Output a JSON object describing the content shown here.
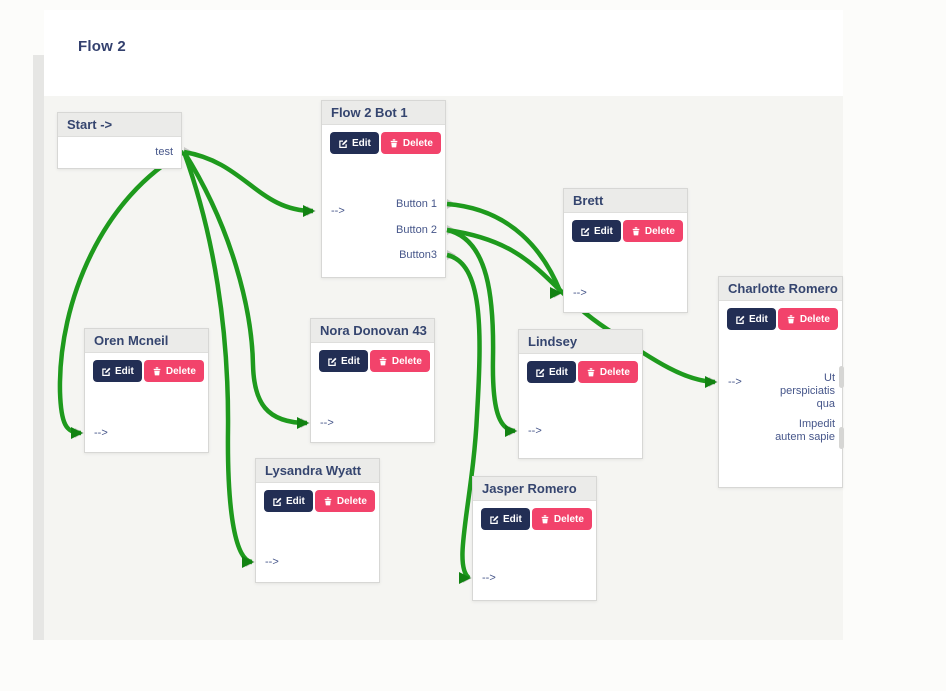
{
  "page": {
    "title": "Flow 2"
  },
  "actions": {
    "edit": "Edit",
    "delete": "Delete"
  },
  "colors": {
    "connection_green": "#1e9a1d",
    "arrow_green": "#128212",
    "edit_button": "#222e54",
    "delete_button": "#f2436b",
    "node_header_bg": "#ebebe9",
    "canvas_bg": "#f5f5f2",
    "title_text": "#33406e"
  },
  "icons": [
    "pencil-icon",
    "trash-icon",
    "output-port-icon",
    "input-port-icon"
  ],
  "nodes": [
    {
      "id": "start",
      "title": "Start ->",
      "has_actions": false,
      "outputs": [
        "test"
      ],
      "input_label": null,
      "body_texts": []
    },
    {
      "id": "bot1",
      "title": "Flow 2 Bot 1",
      "has_actions": true,
      "outputs": [
        "Button 1",
        "Button 2",
        "Button3"
      ],
      "input_label": "-->",
      "body_texts": []
    },
    {
      "id": "brett",
      "title": "Brett",
      "has_actions": true,
      "outputs": [],
      "input_label": "-->",
      "body_texts": []
    },
    {
      "id": "charlotte",
      "title": "Charlotte Romero",
      "has_actions": true,
      "outputs": [],
      "input_label": "-->",
      "body_texts": [
        "Ut perspiciatis qua",
        "Impedit autem sapie"
      ]
    },
    {
      "id": "oren",
      "title": "Oren Mcneil",
      "has_actions": true,
      "outputs": [],
      "input_label": "-->",
      "body_texts": []
    },
    {
      "id": "nora",
      "title": "Nora Donovan 43",
      "has_actions": true,
      "outputs": [],
      "input_label": "-->",
      "body_texts": []
    },
    {
      "id": "lindsey",
      "title": "Lindsey",
      "has_actions": true,
      "outputs": [],
      "input_label": "-->",
      "body_texts": []
    },
    {
      "id": "lysandra",
      "title": "Lysandra Wyatt",
      "has_actions": true,
      "outputs": [],
      "input_label": "-->",
      "body_texts": []
    },
    {
      "id": "jasper",
      "title": "Jasper Romero",
      "has_actions": true,
      "outputs": [],
      "input_label": "-->",
      "body_texts": []
    }
  ],
  "connections": [
    {
      "from": "start.test",
      "to": "bot1"
    },
    {
      "from": "start.test",
      "to": "oren"
    },
    {
      "from": "start.test",
      "to": "nora"
    },
    {
      "from": "start.test",
      "to": "lysandra"
    },
    {
      "from": "bot1.Button 1",
      "to": "brett"
    },
    {
      "from": "bot1.Button 2",
      "to": "charlotte"
    },
    {
      "from": "bot1.Button 2",
      "to": "lindsey"
    },
    {
      "from": "bot1.Button3",
      "to": "jasper"
    }
  ]
}
